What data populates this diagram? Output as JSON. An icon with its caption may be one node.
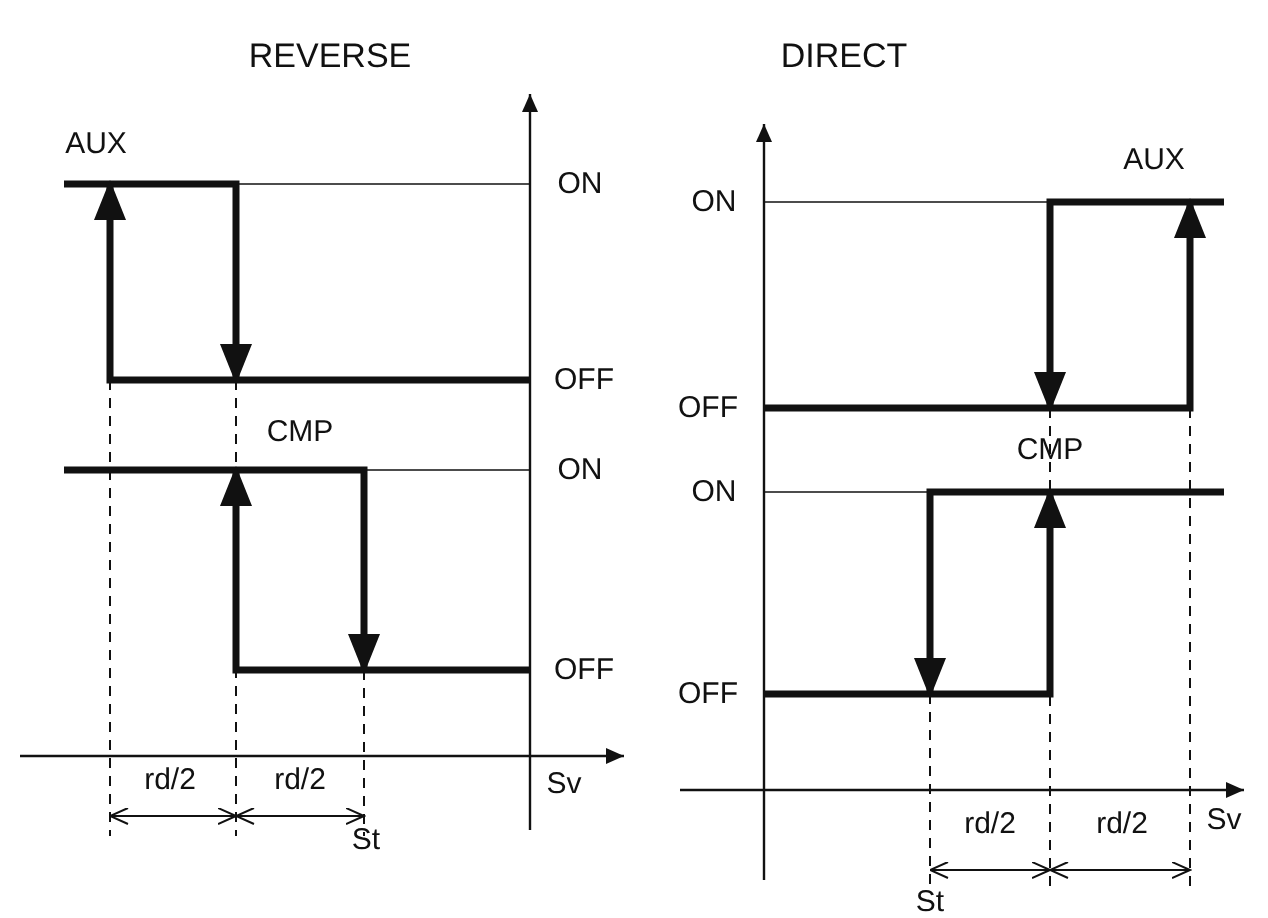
{
  "diagram": {
    "labels": [
      "REVERSE",
      "AUX",
      "ON",
      "OFF",
      "CMP",
      "ON",
      "OFF",
      "Sv",
      "rd/2",
      "rd/2",
      "St",
      "DIRECT",
      "AUX",
      "ON",
      "OFF",
      "CMP",
      "ON",
      "OFF",
      "Sv",
      "rd/2",
      "rd/2",
      "St"
    ]
  }
}
